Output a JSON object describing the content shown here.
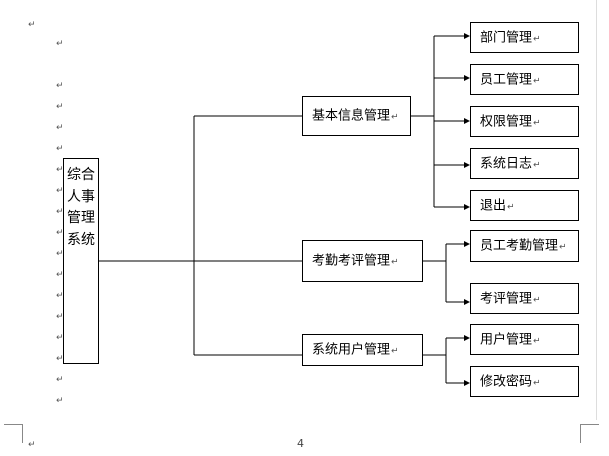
{
  "paragraph_mark": "↵",
  "page_number": "4",
  "root": {
    "label": "综合人事管理系统"
  },
  "branches": [
    {
      "label": "基本信息管理",
      "children": [
        "部门管理",
        "员工管理",
        "权限管理",
        "系统日志",
        "退出"
      ]
    },
    {
      "label": "考勤考评管理",
      "children": [
        "员工考勤管理",
        "考评管理"
      ]
    },
    {
      "label": "系统用户管理",
      "children": [
        "用户管理",
        "修改密码"
      ]
    }
  ]
}
